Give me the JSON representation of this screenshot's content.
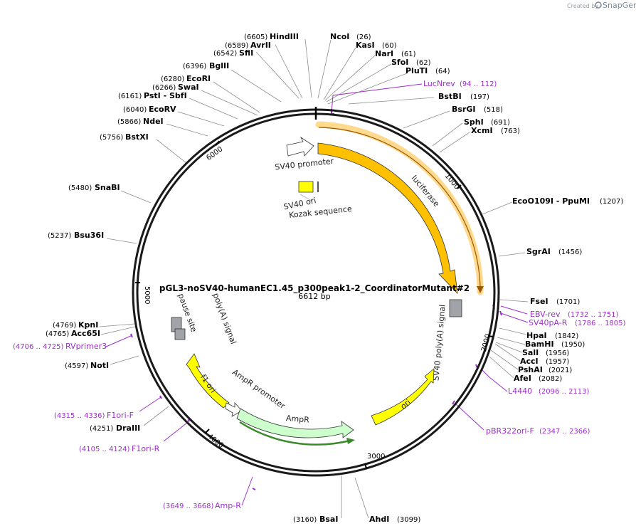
{
  "header": {
    "created_by": "Created by",
    "brand": "SnapGene"
  },
  "plasmid": {
    "name": "pGL3-noSV40-humanEC1.45_p300peak1-2_CoordinatorMutant#2",
    "size": "6612 bp"
  },
  "ticks": [
    "1000",
    "2000",
    "3000",
    "4000",
    "5000",
    "6000"
  ],
  "sites": [
    {
      "name": "HindIII",
      "pos": "(6605)"
    },
    {
      "name": "AvrII",
      "pos": "(6589)"
    },
    {
      "name": "SfiI",
      "pos": "(6542)"
    },
    {
      "name": "BglII",
      "pos": "(6396)"
    },
    {
      "name": "EcoRI",
      "pos": "(6280)"
    },
    {
      "name": "SwaI",
      "pos": "(6266)"
    },
    {
      "name": "PstI  - SbfI",
      "pos": "(6161)"
    },
    {
      "name": "EcoRV",
      "pos": "(6040)"
    },
    {
      "name": "NdeI",
      "pos": "(5866)"
    },
    {
      "name": "BstXI",
      "pos": "(5756)"
    },
    {
      "name": "SnaBI",
      "pos": "(5480)"
    },
    {
      "name": "Bsu36I",
      "pos": "(5237)"
    },
    {
      "name": "KpnI",
      "pos": "(4769)"
    },
    {
      "name": "Acc65I",
      "pos": "(4765)"
    },
    {
      "name": "NotI",
      "pos": "(4597)"
    },
    {
      "name": "DraIII",
      "pos": "(4251)"
    },
    {
      "name": "BsaI",
      "pos": "(3160)"
    },
    {
      "name": "AhdI",
      "pos": "(3099)"
    },
    {
      "name": "NcoI",
      "pos": "(26)"
    },
    {
      "name": "KasI",
      "pos": "(60)"
    },
    {
      "name": "NarI",
      "pos": "(61)"
    },
    {
      "name": "SfoI",
      "pos": "(62)"
    },
    {
      "name": "PluTI",
      "pos": "(64)"
    },
    {
      "name": "BstBI",
      "pos": "(197)"
    },
    {
      "name": "BsrGI",
      "pos": "(518)"
    },
    {
      "name": "SphI",
      "pos": "(691)"
    },
    {
      "name": "XcmI",
      "pos": "(763)"
    },
    {
      "name": "EcoO109I  - PpuMI",
      "pos": "(1207)"
    },
    {
      "name": "SgrAI",
      "pos": "(1456)"
    },
    {
      "name": "FseI",
      "pos": "(1701)"
    },
    {
      "name": "HpaI",
      "pos": "(1842)"
    },
    {
      "name": "BamHI",
      "pos": "(1950)"
    },
    {
      "name": "SalI",
      "pos": "(1956)"
    },
    {
      "name": "AccI",
      "pos": "(1957)"
    },
    {
      "name": "PshAI",
      "pos": "(2021)"
    },
    {
      "name": "AfeI",
      "pos": "(2082)"
    }
  ],
  "primers": [
    {
      "name": "LucNrev",
      "range": "(94 .. 112)"
    },
    {
      "name": "EBV-rev",
      "range": "(1732 .. 1751)"
    },
    {
      "name": "SV40pA-R",
      "range": "(1786 .. 1805)"
    },
    {
      "name": "L4440",
      "range": "(2096 .. 2113)"
    },
    {
      "name": "pBR322ori-F",
      "range": "(2347 .. 2366)"
    },
    {
      "name": "Amp-R",
      "range": "(3649 .. 3668)"
    },
    {
      "name": "F1ori-R",
      "range": "(4105 .. 4124)"
    },
    {
      "name": "F1ori-F",
      "range": "(4315 .. 4336)"
    },
    {
      "name": "RVprimer3",
      "range": "(4706 .. 4725)"
    }
  ],
  "features": {
    "sv40_promoter": "SV40 promoter",
    "luciferase": "luciferase",
    "sv40_ori": "SV40 ori",
    "kozak": "Kozak sequence",
    "sv40_polya": "SV40 poly(A) signal",
    "polya_signal": "poly(A) signal",
    "pause_site": "pause site",
    "f1_ori": "f1 ori",
    "ampr_promoter": "AmpR promoter",
    "ampr": "AmpR",
    "ori": "ori"
  },
  "colors": {
    "backbone": "#1a1a1a",
    "luciferase": "#ffc000",
    "ori": "#ffff00",
    "ampr": "#ccffcc",
    "ampr_outline": "#3a8a2a",
    "primer": "#9b30c8",
    "polya": "#a0a4a8",
    "leader": "#8c8c8c"
  }
}
